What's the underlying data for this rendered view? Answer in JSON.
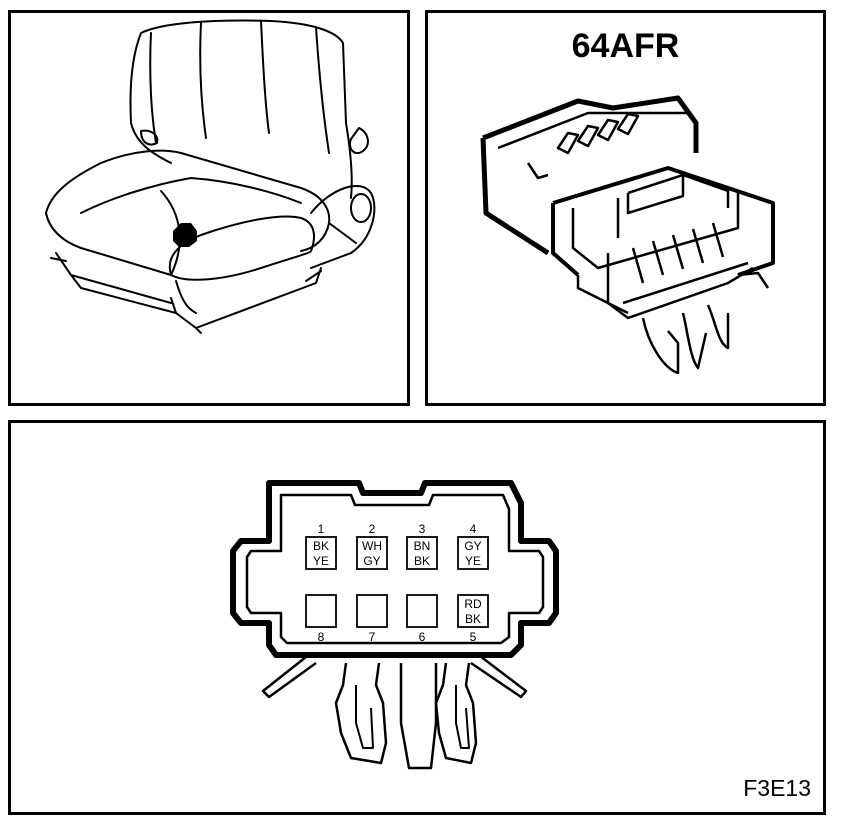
{
  "connector": {
    "title": "64AFR",
    "figure_code": "F3E13"
  },
  "pins": [
    {
      "num": "1",
      "wire1": "BK",
      "wire2": "YE"
    },
    {
      "num": "2",
      "wire1": "WH",
      "wire2": "GY"
    },
    {
      "num": "3",
      "wire1": "BN",
      "wire2": "BK"
    },
    {
      "num": "4",
      "wire1": "GY",
      "wire2": "YE"
    },
    {
      "num": "5",
      "wire1": "RD",
      "wire2": "BK"
    },
    {
      "num": "6",
      "wire1": "",
      "wire2": ""
    },
    {
      "num": "7",
      "wire1": "",
      "wire2": ""
    },
    {
      "num": "8",
      "wire1": "",
      "wire2": ""
    }
  ]
}
